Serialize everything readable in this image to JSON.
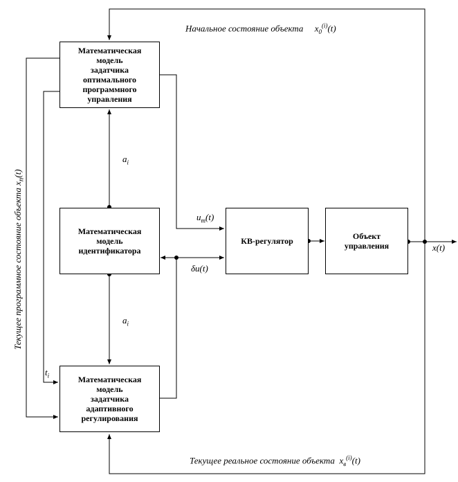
{
  "blocks": {
    "optimal": "Математическая\nмодель\nзадатчика\nоптимального\nпрограммного\nуправления",
    "identifier": "Математическая\nмодель\nидентификатора",
    "regulator": "КВ-регулятор",
    "object": "Объект\nуправления",
    "adaptive": "Математическая\nмодель\nзадатчика\nадаптивного\nрегулирования"
  },
  "labels": {
    "initial_state_text": "Начальное состояние объекта",
    "initial_state_sym": "x",
    "initial_state_sub": "0",
    "initial_state_sup": "(i)",
    "initial_state_arg": "(t)",
    "real_state_text": "Текущее реальное состояние объекта",
    "real_state_sym": "x",
    "real_state_sub": "в",
    "real_state_sup": "(i)",
    "real_state_arg": "(t)",
    "program_state_text": "Текущее программное состояние объекта",
    "program_state_sym": "x",
    "program_state_sub": "п",
    "program_state_arg": "(t)",
    "a_upper_sym": "a",
    "a_upper_sub": "i",
    "a_lower_sym": "a",
    "a_lower_sub": "i",
    "t_sym": "t",
    "t_sub": "i",
    "um_sym": "u",
    "um_sub": "m",
    "um_arg": "(t)",
    "du": "δu(t)",
    "xt": "x(t)"
  }
}
